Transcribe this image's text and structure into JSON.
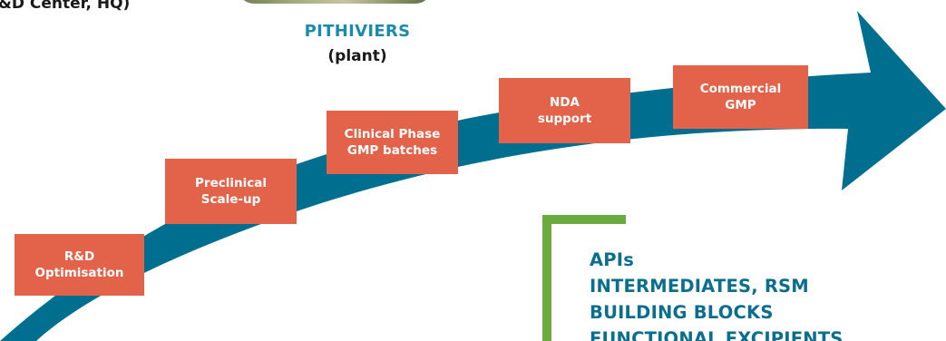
{
  "top_left_caption": "&D Center, HQ)",
  "site": {
    "name": "PITHIVIERS",
    "type": "(plant)"
  },
  "stages": [
    {
      "lines": [
        "R&D",
        "Optimisation"
      ]
    },
    {
      "lines": [
        "Preclinical",
        "Scale-up"
      ]
    },
    {
      "lines": [
        "Clinical Phase",
        "GMP batches"
      ]
    },
    {
      "lines": [
        "NDA",
        "support"
      ]
    },
    {
      "lines": [
        "Commercial",
        "GMP"
      ]
    }
  ],
  "products": [
    "APIs",
    "INTERMEDIATES, RSM",
    "BUILDING BLOCKS",
    "FUNCTIONAL EXCIPIENTS"
  ],
  "colors": {
    "arrow": "#006f8f",
    "stage_box": "#e2634a",
    "accent_green": "#6aaa3e",
    "product_text": "#0b6e8c",
    "site_name": "#1b8bab"
  }
}
